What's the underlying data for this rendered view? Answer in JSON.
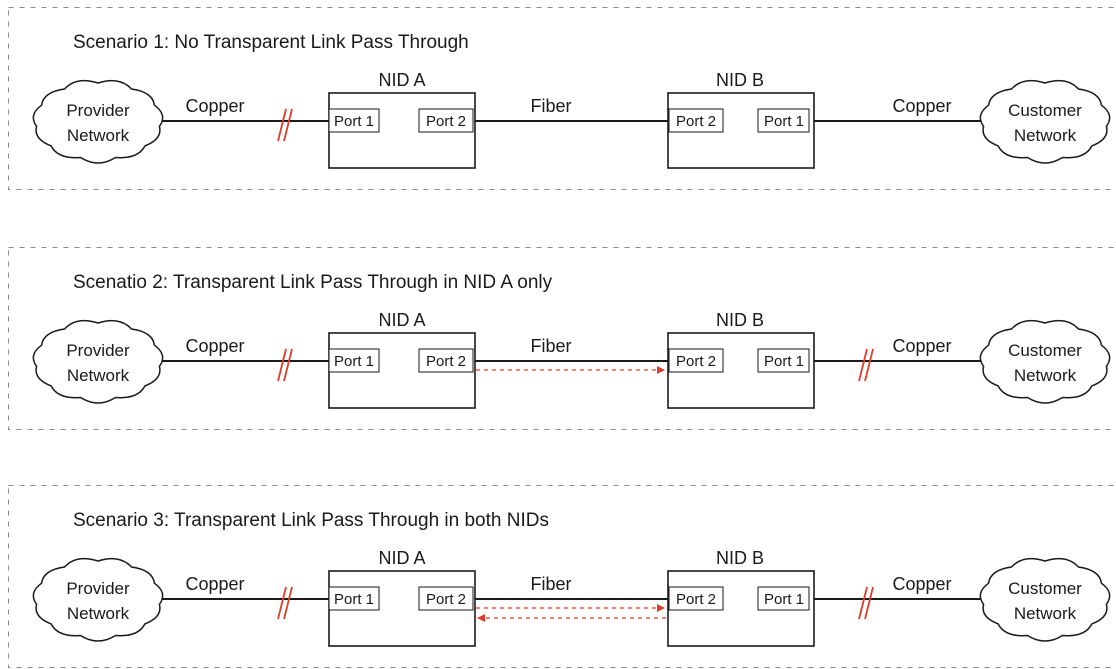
{
  "scenarios": [
    {
      "title": "Scenario 1: No Transparent Link Pass Through",
      "provider": [
        "Provider",
        "Network"
      ],
      "customer": [
        "Customer",
        "Network"
      ],
      "nid_a": {
        "label": "NID A",
        "port_left": "Port 1",
        "port_right": "Port 2"
      },
      "nid_b": {
        "label": "NID B",
        "port_left": "Port 2",
        "port_right": "Port 1"
      },
      "left_link": "Copper",
      "middle_link": "Fiber",
      "right_link": "Copper",
      "left_cut": true,
      "right_cut": false,
      "passthrough": "none"
    },
    {
      "title": "Scenatio 2: Transparent Link Pass Through in NID A only",
      "provider": [
        "Provider",
        "Network"
      ],
      "customer": [
        "Customer",
        "Network"
      ],
      "nid_a": {
        "label": "NID A",
        "port_left": "Port 1",
        "port_right": "Port 2"
      },
      "nid_b": {
        "label": "NID B",
        "port_left": "Port 2",
        "port_right": "Port 1"
      },
      "left_link": "Copper",
      "middle_link": "Fiber",
      "right_link": "Copper",
      "left_cut": true,
      "right_cut": true,
      "passthrough": "a-to-b"
    },
    {
      "title": "Scenario 3: Transparent Link Pass Through in both NIDs",
      "provider": [
        "Provider",
        "Network"
      ],
      "customer": [
        "Customer",
        "Network"
      ],
      "nid_a": {
        "label": "NID A",
        "port_left": "Port 1",
        "port_right": "Port 2"
      },
      "nid_b": {
        "label": "NID B",
        "port_left": "Port 2",
        "port_right": "Port 1"
      },
      "left_link": "Copper",
      "middle_link": "Fiber",
      "right_link": "Copper",
      "left_cut": true,
      "right_cut": true,
      "passthrough": "both"
    }
  ],
  "colors": {
    "accent": "#e03c2c",
    "line": "#1a1a1a",
    "frame": "#8a8a8a"
  }
}
